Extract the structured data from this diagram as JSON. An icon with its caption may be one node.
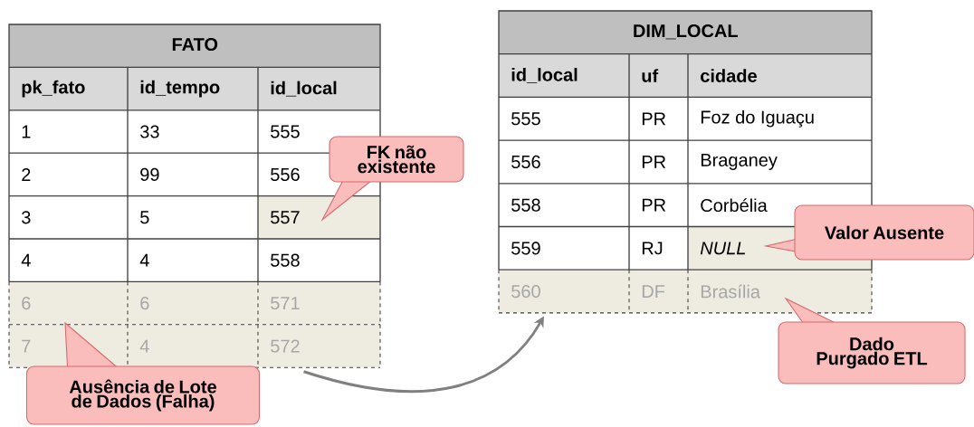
{
  "diagram": {
    "nodes": [
      {
        "text": [
          "FATO"
        ]
      },
      {
        "text": [
          "DIM_LOCAL"
        ]
      },
      {
        "text": [
          "FK não existente"
        ]
      },
      {
        "text": [
          "Ausência de Lote de Dados (Falha)"
        ]
      },
      {
        "text": [
          "Valor Ausente"
        ]
      },
      {
        "text": [
          "Dado Purgado ETL"
        ]
      }
    ],
    "edges": [
      {
        "from": 0,
        "to": 1,
        "arrow": "to"
      }
    ],
    "labels": [
      "pk_fato",
      "id_tempo",
      "id_local",
      "1",
      "33",
      "555",
      "2",
      "99",
      "556",
      "3",
      "5",
      "557",
      "4",
      "4",
      "558",
      "6",
      "6",
      "571",
      "7",
      "4",
      "572",
      "id_local",
      "uf",
      "cidade",
      "555",
      "PR",
      "Foz do Iguaçu",
      "556",
      "PR",
      "Braganey",
      "558",
      "PR",
      "Corbélia",
      "559",
      "RJ",
      "NULL",
      "560",
      "DF",
      "Brasília"
    ]
  }
}
